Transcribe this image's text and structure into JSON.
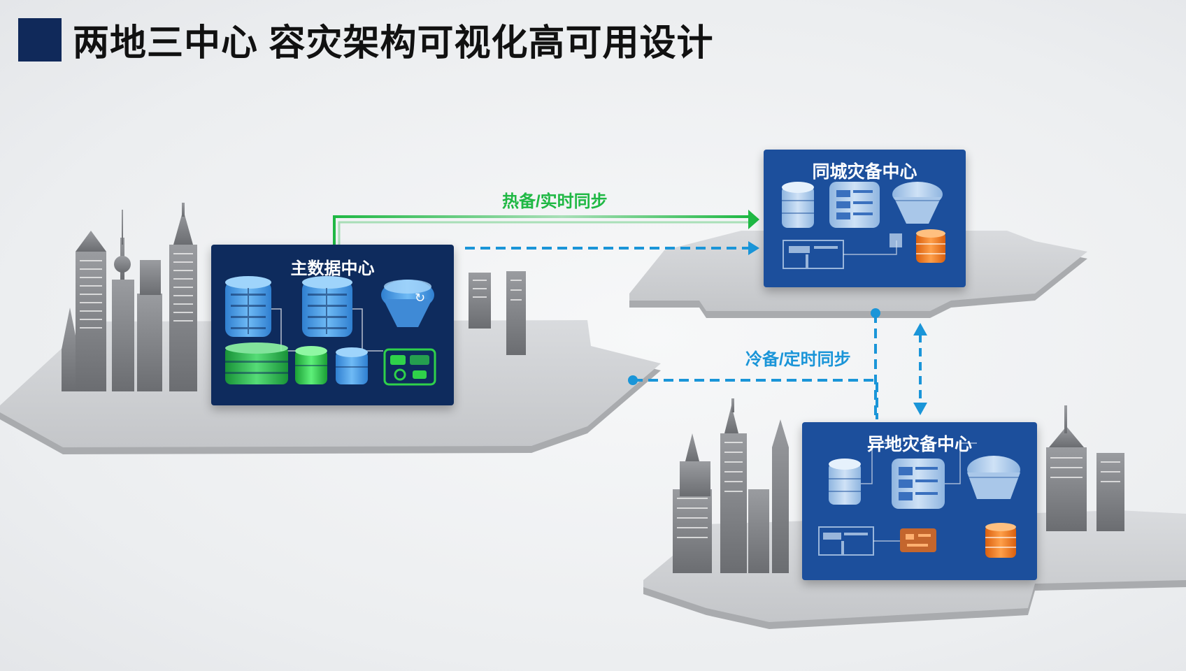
{
  "title": "两地三中心 容灾架构可视化高可用设计",
  "centers": {
    "primary": {
      "label": "主数据中心"
    },
    "metro": {
      "label": "同城灾备中心"
    },
    "remote": {
      "label": "异地灾备中心"
    }
  },
  "links": {
    "hot": {
      "label": "热备/实时同步"
    },
    "cold": {
      "label": "冷备/定时同步"
    }
  },
  "colors": {
    "title_block": "#10295a",
    "primary_panel": "#0e2b5d",
    "backup_panel": "#1c4f9c",
    "hot_line": "#1fb844",
    "sync_line": "#1a95d8",
    "server_blue": "#3f9be6",
    "server_green": "#2fd14a",
    "storage_orange": "#f47a1f",
    "platform": "#c9cbce",
    "building": "#7a7c80"
  },
  "icons": [
    "database-icon",
    "server-rack-icon",
    "storage-tank-icon",
    "network-switch-icon",
    "orange-database-icon"
  ]
}
